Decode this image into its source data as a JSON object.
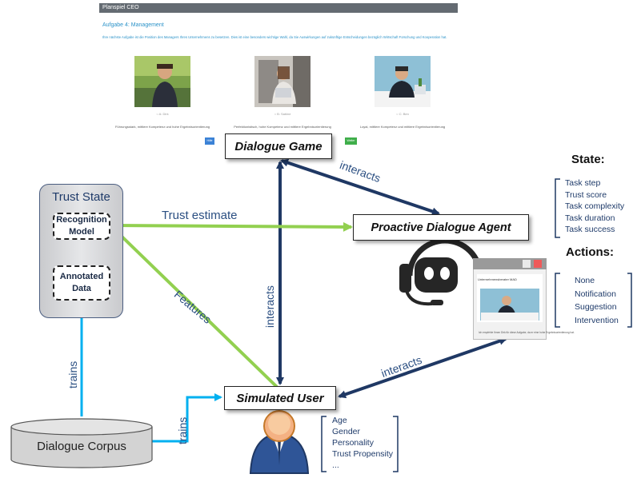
{
  "game_screenshot": {
    "header": "Planspiel CEO",
    "task_title": "Aufgabe 4: Management",
    "description": "Ihre nächste Aufgabe ist die Position des Managers Ihres Unternehmens zu besetzen. Dies ist eine besonders wichtige Wahl, da Sie Auswirkungen auf zukünftige Entscheidungen bezüglich Wirtschaft Forschung und Kooperation hat.",
    "candidates": [
      {
        "caption": "○ A: Dirk",
        "description": "Führungsstark, mittlere Kompetenz und hohe Ergebnisorientierung"
      },
      {
        "caption": "○ B: Sabine",
        "description": "Perfektionistisch, hohe Kompetenz und mittlere Ergebnisorientierung"
      },
      {
        "caption": "○ C: Ben",
        "description": "Loyal, mittlere Kompetenz und mittlere Ergebnisorientierung"
      }
    ],
    "button_left": "Hilfe",
    "button_right": "Weiter"
  },
  "nodes": {
    "dialogue_game": "Dialogue Game",
    "agent": "Proactive Dialogue Agent",
    "simulated_user": "Simulated User",
    "trust_state": "Trust State",
    "recognition_model_line1": "Recognition",
    "recognition_model_line2": "Model",
    "annotated_data_line1": "Annotated",
    "annotated_data_line2": "Data",
    "corpus": "Dialogue Corpus"
  },
  "edges": {
    "trust_estimate": "Trust estimate",
    "features": "Features",
    "interacts_vertical": "interacts",
    "interacts_top": "interacts",
    "interacts_bottom": "interacts",
    "trains_left": "trains",
    "trains_bottom": "trains"
  },
  "state": {
    "title": "State:",
    "items": [
      "Task step",
      "Trust score",
      "Task complexity",
      "Task duration",
      "Task success"
    ]
  },
  "actions": {
    "title": "Actions:",
    "items": [
      "None",
      "Notification",
      "Suggestion",
      "Intervention"
    ]
  },
  "user_attributes": [
    "Age",
    "Gender",
    "Personality",
    "Trust Propensity",
    "..."
  ],
  "agent_screenshot": {
    "title": "Unternehmensberater MAD",
    "caption": "Ich empfehle Ihnen Dirk für diese Aufgabe, da er eine hohe Ergebnisorientierung hat."
  },
  "colors": {
    "dark_arrow": "#1f3864",
    "green_arrow": "#92d050",
    "blue_arrow": "#00b0f0",
    "trust_state_border": "#4a5d80"
  }
}
